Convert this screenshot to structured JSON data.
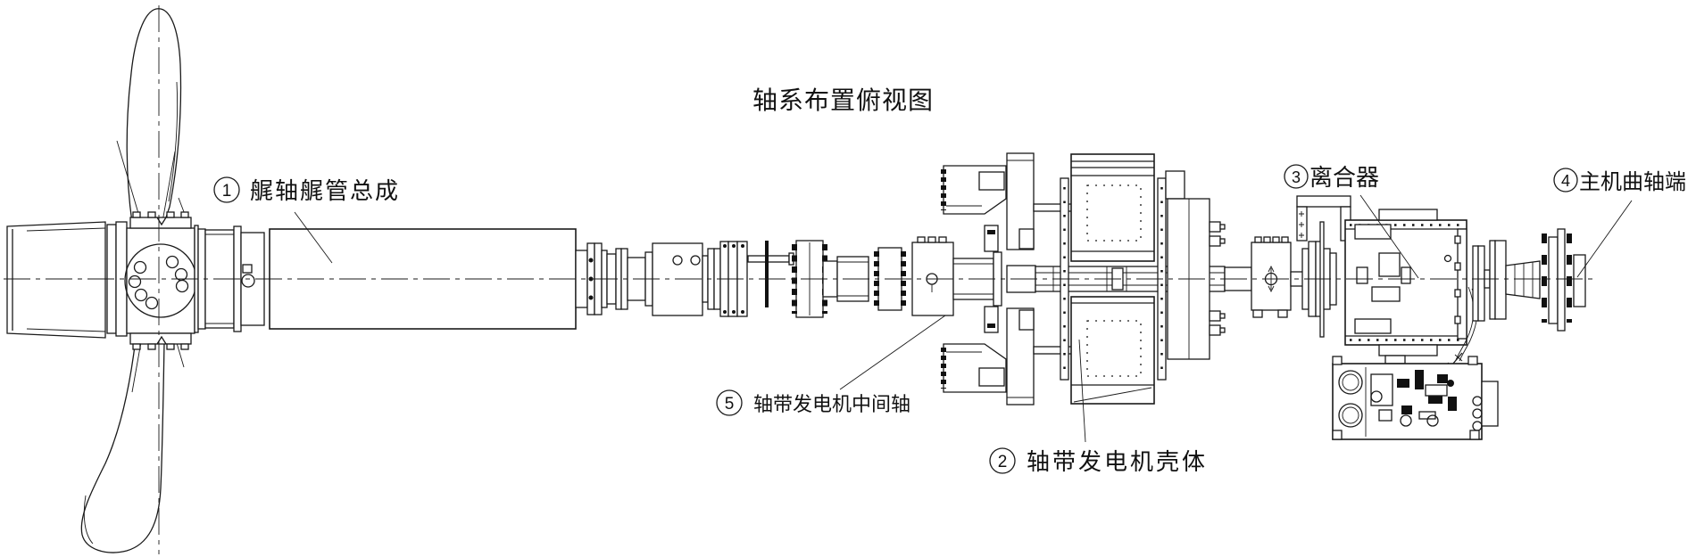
{
  "title": "轴系布置俯视图",
  "labels": [
    {
      "num": "1",
      "text": "艉轴艉管总成"
    },
    {
      "num": "2",
      "text": "轴带发电机壳体"
    },
    {
      "num": "3",
      "text": "离合器"
    },
    {
      "num": "4",
      "text": "主机曲轴端"
    },
    {
      "num": "5",
      "text": "轴带发电机中间轴"
    }
  ],
  "colors": {
    "line": "#1a1a1a",
    "background": "#ffffff"
  }
}
